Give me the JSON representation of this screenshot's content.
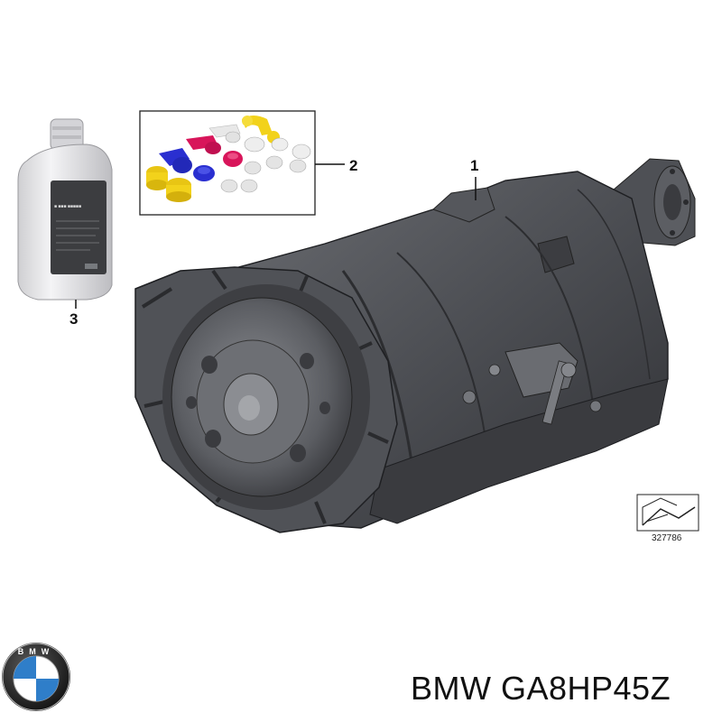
{
  "diagram": {
    "callouts": [
      {
        "id": "1",
        "label": "1",
        "part": "transmission"
      },
      {
        "id": "2",
        "label": "2",
        "part": "plug-kit"
      },
      {
        "id": "3",
        "label": "3",
        "part": "oil-bottle"
      }
    ],
    "reference_number": "327786",
    "brand_logo_text": "BMW"
  },
  "title": {
    "text": "BMW GA8HP45Z"
  },
  "colors": {
    "housing": "#4a4c50",
    "housing_dark": "#2a2b2e",
    "housing_light": "#6e7075",
    "plug_yellow": "#f2d21b",
    "plug_blue": "#2a2fd0",
    "plug_magenta": "#d8155a",
    "plug_white": "#e8e8e8",
    "logo_blue": "#2f7ec9"
  }
}
